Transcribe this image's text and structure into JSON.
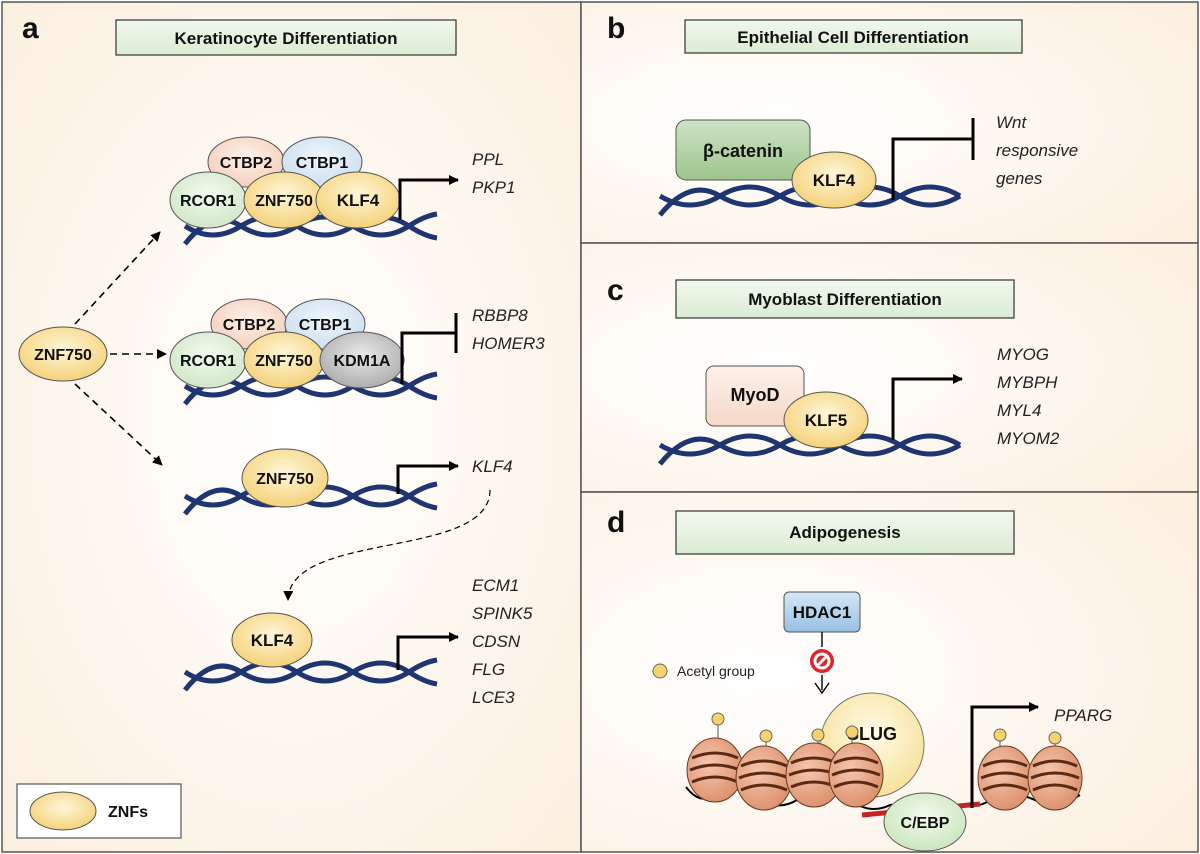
{
  "panels": {
    "a": {
      "letter": "a",
      "title": "Keratinocyte Differentiation",
      "source_node": "ZNF750",
      "complex1": {
        "proteins": [
          "CTBP2",
          "CTBP1",
          "RCOR1",
          "ZNF750",
          "KLF4"
        ],
        "targets": [
          "PPL",
          "PKP1"
        ],
        "effect": "activation"
      },
      "complex2": {
        "proteins": [
          "CTBP2",
          "CTBP1",
          "RCOR1",
          "ZNF750",
          "KDM1A"
        ],
        "targets": [
          "RBBP8",
          "HOMER3"
        ],
        "effect": "repression"
      },
      "complex3": {
        "proteins": [
          "ZNF750"
        ],
        "targets": [
          "KLF4"
        ],
        "effect": "activation"
      },
      "complex4": {
        "proteins": [
          "KLF4"
        ],
        "targets": [
          "ECM1",
          "SPINK5",
          "CDSN",
          "FLG",
          "LCE3"
        ],
        "effect": "activation"
      },
      "legend_label": "ZNFs"
    },
    "b": {
      "letter": "b",
      "title": "Epithelial Cell Differentiation",
      "partner": "β-catenin",
      "factor": "KLF4",
      "targets": [
        "Wnt",
        "responsive",
        "genes"
      ],
      "effect": "repression"
    },
    "c": {
      "letter": "c",
      "title": "Myoblast Differentiation",
      "partner": "MyoD",
      "factor": "KLF5",
      "targets": [
        "MYOG",
        "MYBPH",
        "MYL4",
        "MYOM2"
      ],
      "effect": "activation"
    },
    "d": {
      "letter": "d",
      "title": "Adipogenesis",
      "enzyme": "HDAC1",
      "legend_label": "Acetyl group",
      "factor": "SLUG",
      "partner": "C/EBP",
      "target": "PPARG",
      "effect": "activation"
    }
  },
  "colors": {
    "znf_fill": "#f7d98a",
    "ctbp2_fill": "#f6d8c8",
    "ctbp1_fill": "#d6e6f4",
    "rcor1_fill": "#dcedd6",
    "kdm1a_fill": "#b9b9b9",
    "title_box": "#e4f1de",
    "dna": "#1f3571",
    "hdac_box": "#b6d3ec",
    "nucleosome": "#e7a587",
    "background_warm": "#fbeedd"
  }
}
